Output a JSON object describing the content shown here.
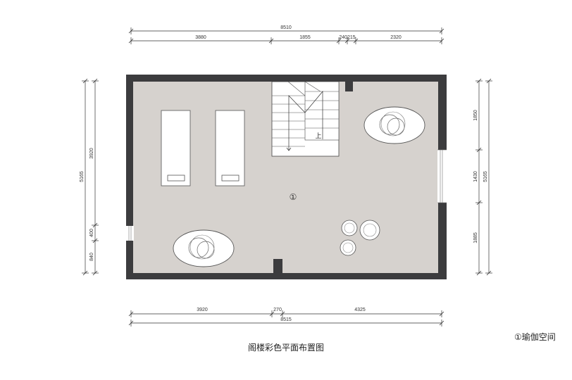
{
  "dimensions": {
    "top_total": "8510",
    "top_segments": [
      "3880",
      "1855",
      "240215",
      "2320"
    ],
    "bottom_segments": [
      "3920",
      "270",
      "4325"
    ],
    "bottom_total": "8515",
    "left_total": "5165",
    "left_segments": [
      "3920",
      "400",
      "840"
    ],
    "right_total": "5165",
    "right_segments": [
      "1850",
      "1430",
      "1885"
    ]
  },
  "plan": {
    "room_marker": "①",
    "stair_label": "上"
  },
  "legend": {
    "text": "①瑜伽空间"
  },
  "caption": {
    "text": "阁楼彩色平面布置图"
  },
  "colors": {
    "wall": "#3c3c3e",
    "floor": "#d6d2ce",
    "furniture": "#ffffff",
    "line": "#333333"
  }
}
